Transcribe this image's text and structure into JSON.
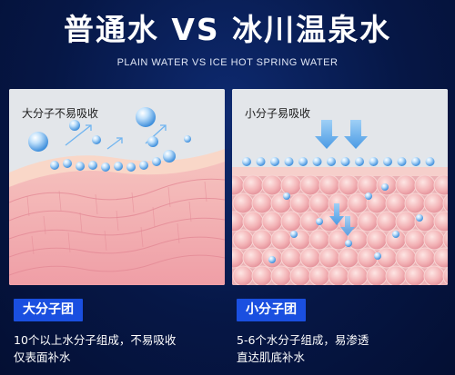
{
  "header": {
    "title": "普通水  VS  冰川温泉水",
    "subtitle": "PLAIN WATER VS ICE HOT SPRING WATER"
  },
  "left_panel": {
    "caption": "大分子不易吸收",
    "badge": "大分子团",
    "description_line1": "10个以上水分子组成，不易吸收",
    "description_line2": "仅表面补水",
    "icons": [
      "large-droplet-icon",
      "upward-arrow-icon",
      "skin-layer-illustration"
    ]
  },
  "right_panel": {
    "caption": "小分子易吸收",
    "badge": "小分子团",
    "description_line1": "5-6个水分子组成，易渗透",
    "description_line2": "直达肌底补水",
    "icons": [
      "down-arrow-icon",
      "small-droplet-icon",
      "cell-tissue-illustration"
    ]
  },
  "colors": {
    "background": "#061746",
    "accent_blue": "#1a4fe0",
    "skin_pink": "#f2b5b8",
    "droplet_blue": "#6fb4f0"
  }
}
